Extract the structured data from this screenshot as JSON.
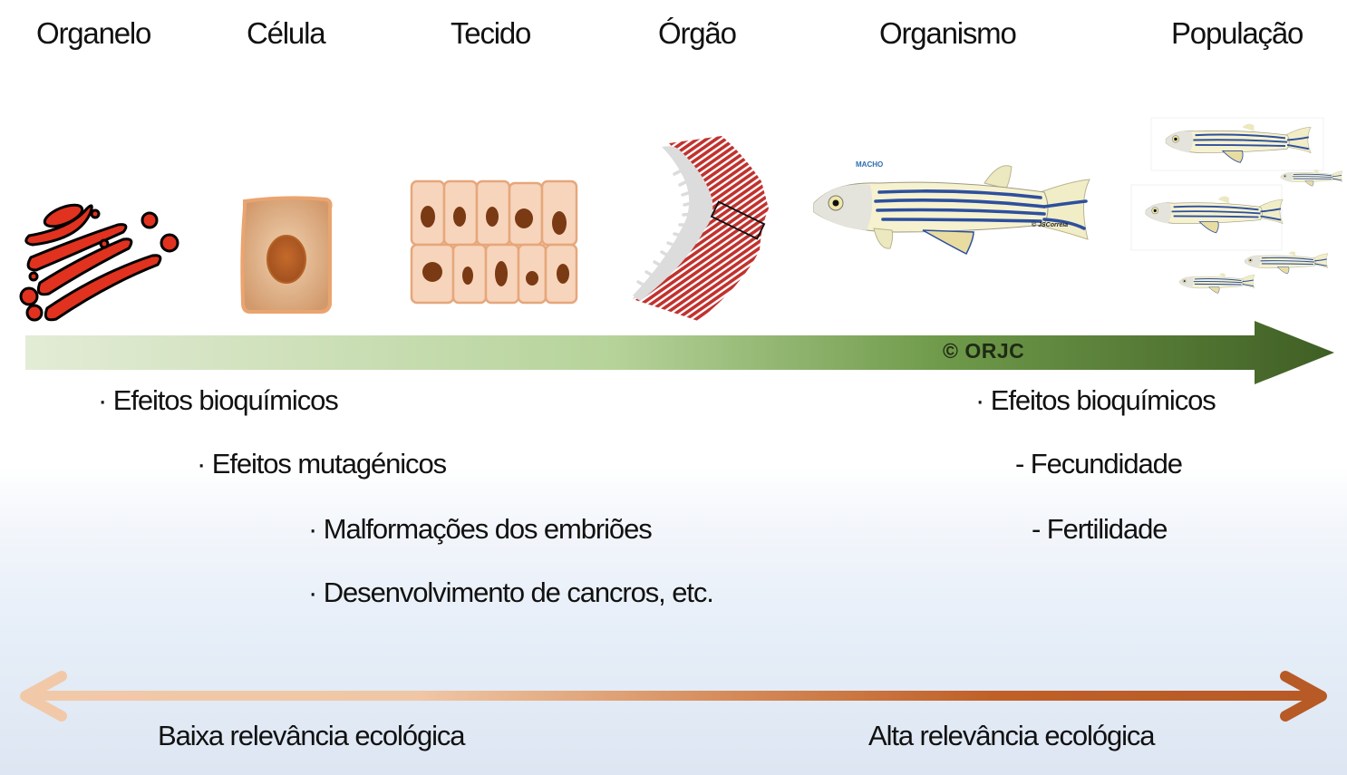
{
  "levels": [
    {
      "label": "Organelo"
    },
    {
      "label": "Célula"
    },
    {
      "label": "Tecido"
    },
    {
      "label": "Órgão"
    },
    {
      "label": "Organismo"
    },
    {
      "label": "População"
    }
  ],
  "organism_labels": {
    "sex": "MACHO",
    "credit": "© JSCorreia"
  },
  "scale_arrow": {
    "credit": "© ORJC",
    "color_start": "#e3ecd6",
    "color_end": "#3f5e24"
  },
  "low_level_effects": [
    "· Efeitos bioquímicos",
    "· Efeitos mutagénicos",
    "· Malformações dos embriões",
    "· Desenvolvimento de cancros, etc."
  ],
  "high_level_effects": {
    "heading": "· Efeitos bioquímicos",
    "items": [
      "- Fecundidade",
      "- Fertilidade"
    ]
  },
  "relevance_axis": {
    "low_label": "Baixa relevância ecológica",
    "high_label": "Alta relevância ecológica",
    "color_low": "#f2c9a8",
    "color_high": "#b75a26"
  }
}
